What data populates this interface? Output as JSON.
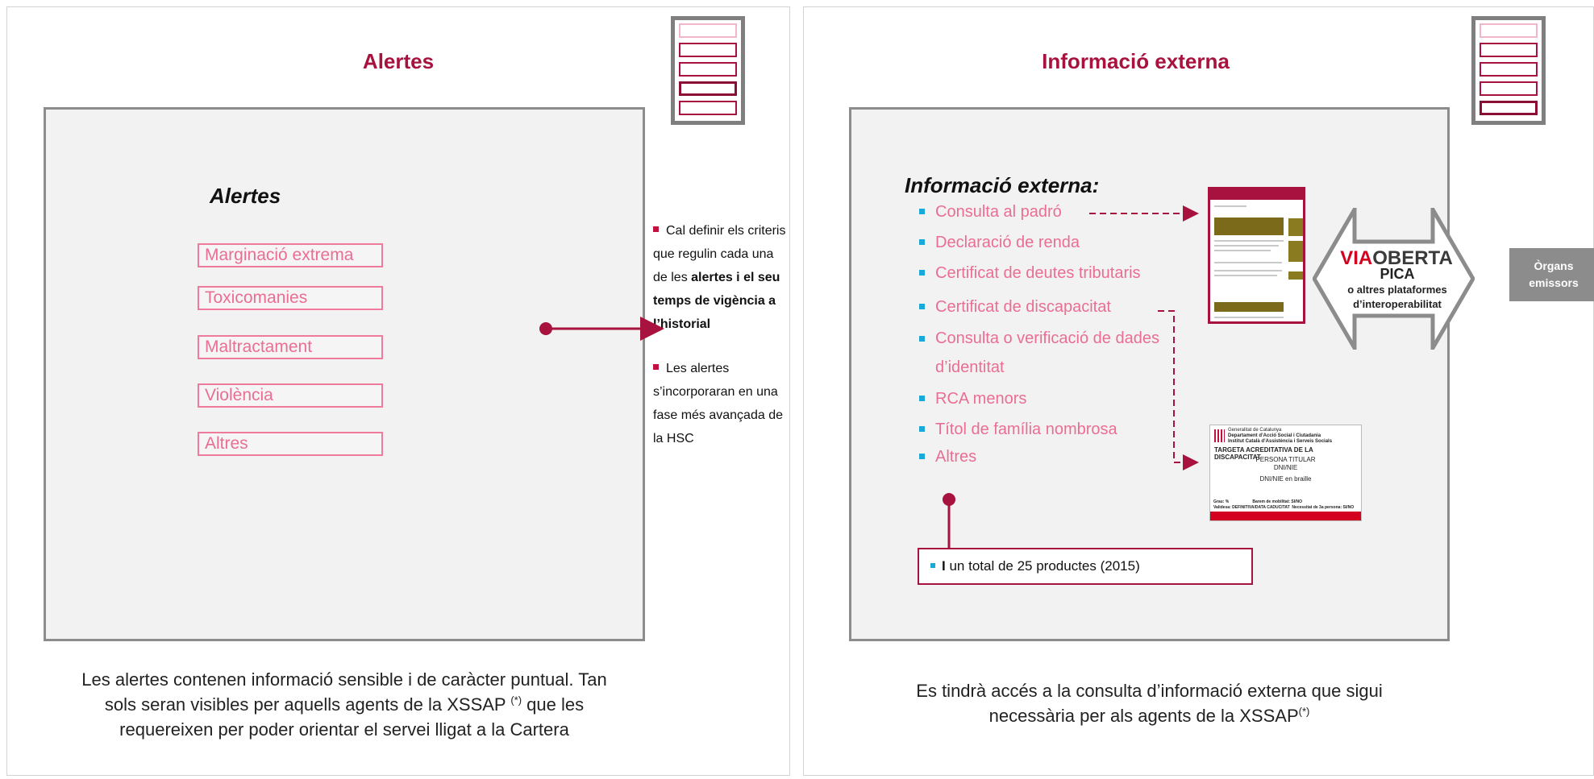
{
  "left_slide": {
    "title": "Alertes",
    "panel_heading": "Alertes",
    "alerts": [
      "Marginació extrema",
      "Toxicomanies",
      "Maltractament",
      "Violència",
      "Altres"
    ],
    "notes": {
      "note1_start": "Cal definir els criteris que regulin cada una de les ",
      "note1_bold": "alertes i el seu temps de vigència a l’historial",
      "note2": "Les alertes s’incorporaran en una fase més avançada de la HSC"
    },
    "caption": {
      "line1": "Les alertes contenen informació sensible i de caràcter puntual. Tan",
      "line2a": "sols seran visibles per aquells agents de la XSSAP ",
      "line2_sup": "(*)",
      "line2b": " que les",
      "line3": "requereixen per poder orientar el servei lligat a la Cartera"
    }
  },
  "right_slide": {
    "title": "Informació externa",
    "panel_heading": "Informació externa:",
    "items": [
      "Consulta al padró",
      "Declaració de renda",
      "Certificat de deutes tributaris",
      "Certificat de discapacitat",
      "Consulta o verificació de dades d’identitat",
      "RCA menors",
      "Títol de família nombrosa",
      "Altres"
    ],
    "total": {
      "bold": "I",
      "text": " un total de 25 productes (2015)"
    },
    "platform": {
      "via": "VIA",
      "oberta": "OBERTA",
      "pica": "PICA",
      "line2": "o  altres plataformes",
      "line3": "d’interoperabilitat"
    },
    "organs": {
      "line1": "Òrgans",
      "line2": "emissors"
    },
    "card": {
      "org1": "Generalitat de Catalunya",
      "org2": "Departament d’Acció Social i Ciutadania",
      "org3": "Institut Català d’Assistència i Serveis Socials",
      "title": "TARGETA ACREDITATIVA DE LA DISCAPACITAT",
      "holder": "PERSONA TITULAR",
      "dni": "DNI/NIE",
      "braille": "DNI/NIE en braille",
      "f_grau": "Grau:    %",
      "f_barem": "Barem de mobilitat: SI/NO",
      "f_validesa": "Validesa: DEFINITIVA/DATA CADUCITAT",
      "f_necessitat": "Necessitat de 3a persona: SI/NO"
    },
    "caption": {
      "line1": "Es tindrà accés a la consulta d’informació externa que sigui",
      "line2a": "necessària per als agents de la XSSAP",
      "line2_sup": "(*)"
    }
  },
  "colors": {
    "accent": "#a8123e",
    "pink": "#ea6e93",
    "blue_bullet": "#1aa8d8",
    "panel": "#f2f2f2"
  }
}
